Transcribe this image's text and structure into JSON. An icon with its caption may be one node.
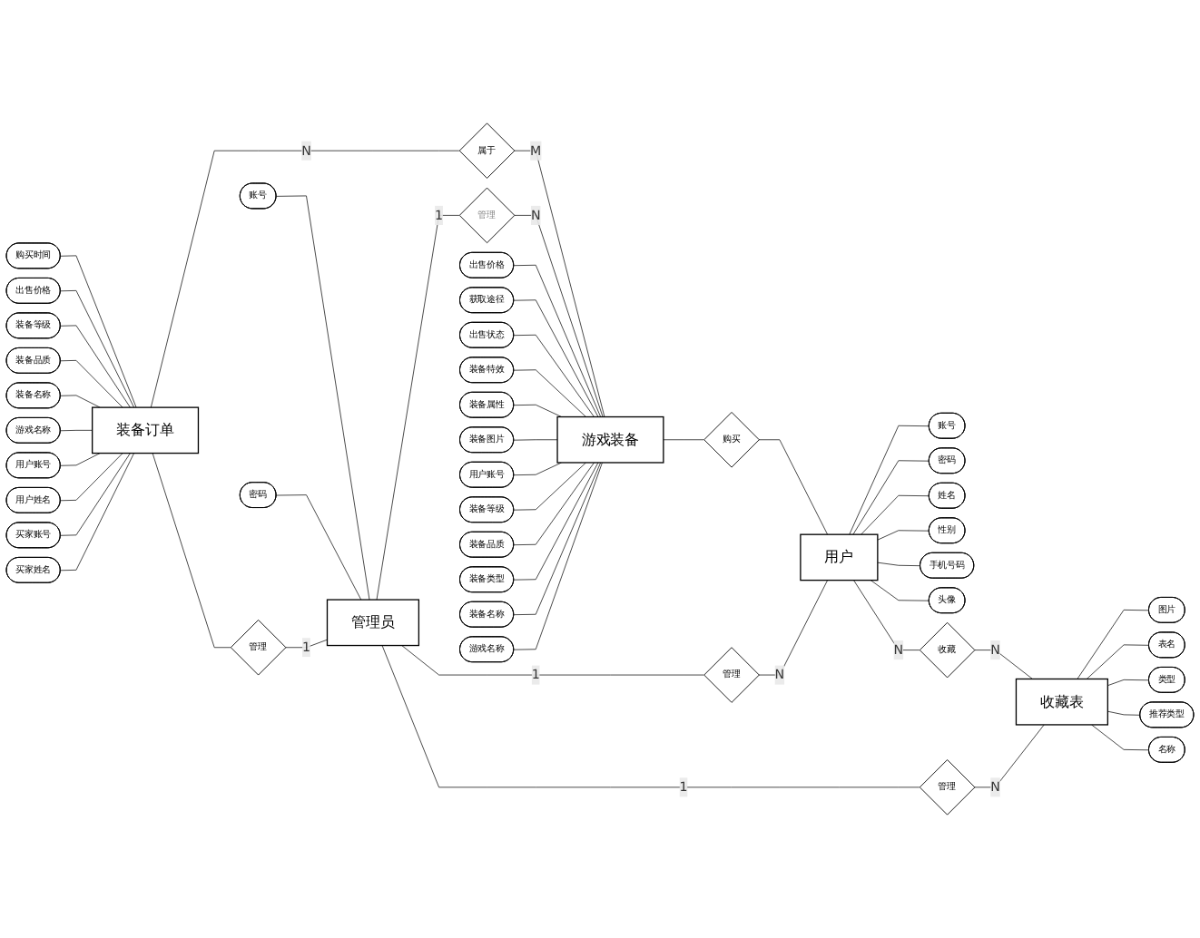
{
  "diagram": {
    "nodes": [
      {
        "text": [
          "装备订单"
        ]
      },
      {
        "text": [
          "游戏装备"
        ]
      },
      {
        "text": [
          "管理员"
        ]
      },
      {
        "text": [
          "用户"
        ]
      },
      {
        "text": [
          "收藏表"
        ]
      },
      {
        "text": [
          "属于"
        ]
      },
      {
        "text": [
          "管理"
        ]
      },
      {
        "text": [
          "管理"
        ]
      },
      {
        "text": [
          "购买"
        ]
      },
      {
        "text": [
          "管理"
        ]
      },
      {
        "text": [
          "管理"
        ]
      },
      {
        "text": [
          "收藏"
        ]
      },
      {
        "text": [
          "购买时间"
        ]
      },
      {
        "text": [
          "出售价格"
        ]
      },
      {
        "text": [
          "装备等级"
        ]
      },
      {
        "text": [
          "装备品质"
        ]
      },
      {
        "text": [
          "装备名称"
        ]
      },
      {
        "text": [
          "游戏名称"
        ]
      },
      {
        "text": [
          "用户账号"
        ]
      },
      {
        "text": [
          "用户姓名"
        ]
      },
      {
        "text": [
          "买家账号"
        ]
      },
      {
        "text": [
          "买家姓名"
        ]
      },
      {
        "text": [
          "出售价格"
        ]
      },
      {
        "text": [
          "获取途径"
        ]
      },
      {
        "text": [
          "出售状态"
        ]
      },
      {
        "text": [
          "装备特效"
        ]
      },
      {
        "text": [
          "装备属性"
        ]
      },
      {
        "text": [
          "装备图片"
        ]
      },
      {
        "text": [
          "用户账号"
        ]
      },
      {
        "text": [
          "装备等级"
        ]
      },
      {
        "text": [
          "装备品质"
        ]
      },
      {
        "text": [
          "装备类型"
        ]
      },
      {
        "text": [
          "装备名称"
        ]
      },
      {
        "text": [
          "游戏名称"
        ]
      },
      {
        "text": [
          "账号"
        ]
      },
      {
        "text": [
          "密码"
        ]
      },
      {
        "text": [
          "姓名"
        ]
      },
      {
        "text": [
          "性别"
        ]
      },
      {
        "text": [
          "手机号码"
        ]
      },
      {
        "text": [
          "头像"
        ]
      },
      {
        "text": [
          "账号"
        ]
      },
      {
        "text": [
          "密码"
        ]
      },
      {
        "text": [
          "图片"
        ]
      },
      {
        "text": [
          "表名"
        ]
      },
      {
        "text": [
          "类型"
        ]
      },
      {
        "text": [
          "推荐类型"
        ]
      },
      {
        "text": [
          "名称"
        ]
      }
    ],
    "edges": [
      {
        "from": 12,
        "to": 0,
        "arrow": "none"
      },
      {
        "from": 13,
        "to": 0,
        "arrow": "none"
      },
      {
        "from": 14,
        "to": 0,
        "arrow": "none"
      },
      {
        "from": 15,
        "to": 0,
        "arrow": "none"
      },
      {
        "from": 16,
        "to": 0,
        "arrow": "none"
      },
      {
        "from": 17,
        "to": 0,
        "arrow": "none"
      },
      {
        "from": 18,
        "to": 0,
        "arrow": "none"
      },
      {
        "from": 19,
        "to": 0,
        "arrow": "none"
      },
      {
        "from": 20,
        "to": 0,
        "arrow": "none"
      },
      {
        "from": 21,
        "to": 0,
        "arrow": "none"
      },
      {
        "from": 22,
        "to": 1,
        "arrow": "none"
      },
      {
        "from": 23,
        "to": 1,
        "arrow": "none"
      },
      {
        "from": 24,
        "to": 1,
        "arrow": "none"
      },
      {
        "from": 25,
        "to": 1,
        "arrow": "none"
      },
      {
        "from": 26,
        "to": 1,
        "arrow": "none"
      },
      {
        "from": 27,
        "to": 1,
        "arrow": "none"
      },
      {
        "from": 28,
        "to": 1,
        "arrow": "none"
      },
      {
        "from": 29,
        "to": 1,
        "arrow": "none"
      },
      {
        "from": 30,
        "to": 1,
        "arrow": "none"
      },
      {
        "from": 31,
        "to": 1,
        "arrow": "none"
      },
      {
        "from": 32,
        "to": 1,
        "arrow": "none"
      },
      {
        "from": 33,
        "to": 1,
        "arrow": "none"
      },
      {
        "from": 0,
        "to": 5,
        "label": "N",
        "arrow": "none"
      },
      {
        "from": 5,
        "to": 1,
        "label": "M",
        "arrow": "none"
      },
      {
        "from": 0,
        "to": 6,
        "arrow": "none"
      },
      {
        "from": 6,
        "to": 2,
        "label": "1",
        "arrow": "none"
      },
      {
        "from": 2,
        "to": 7,
        "label": "1",
        "arrow": "none"
      },
      {
        "from": 7,
        "to": 1,
        "label": "N",
        "arrow": "none"
      },
      {
        "from": 1,
        "to": 8,
        "arrow": "none"
      },
      {
        "from": 8,
        "to": 3,
        "arrow": "none"
      },
      {
        "from": 2,
        "to": 9,
        "label": "1",
        "arrow": "none"
      },
      {
        "from": 9,
        "to": 3,
        "label": "N",
        "arrow": "none"
      },
      {
        "from": 3,
        "to": 34,
        "arrow": "none"
      },
      {
        "from": 3,
        "to": 35,
        "arrow": "none"
      },
      {
        "from": 3,
        "to": 36,
        "arrow": "none"
      },
      {
        "from": 3,
        "to": 37,
        "arrow": "none"
      },
      {
        "from": 3,
        "to": 38,
        "arrow": "none"
      },
      {
        "from": 3,
        "to": 39,
        "arrow": "none"
      },
      {
        "from": 40,
        "to": 2,
        "arrow": "none"
      },
      {
        "from": 41,
        "to": 2,
        "arrow": "none"
      },
      {
        "from": 2,
        "to": 10,
        "label": "1",
        "arrow": "none"
      },
      {
        "from": 10,
        "to": 4,
        "label": "N",
        "arrow": "none"
      },
      {
        "from": 3,
        "to": 11,
        "label": "N",
        "arrow": "none"
      },
      {
        "from": 11,
        "to": 4,
        "label": "N",
        "arrow": "none"
      },
      {
        "from": 4,
        "to": 42,
        "arrow": "none"
      },
      {
        "from": 4,
        "to": 43,
        "arrow": "none"
      },
      {
        "from": 4,
        "to": 44,
        "arrow": "none"
      },
      {
        "from": 4,
        "to": 45,
        "arrow": "none"
      },
      {
        "from": 4,
        "to": 46,
        "arrow": "none"
      }
    ]
  }
}
